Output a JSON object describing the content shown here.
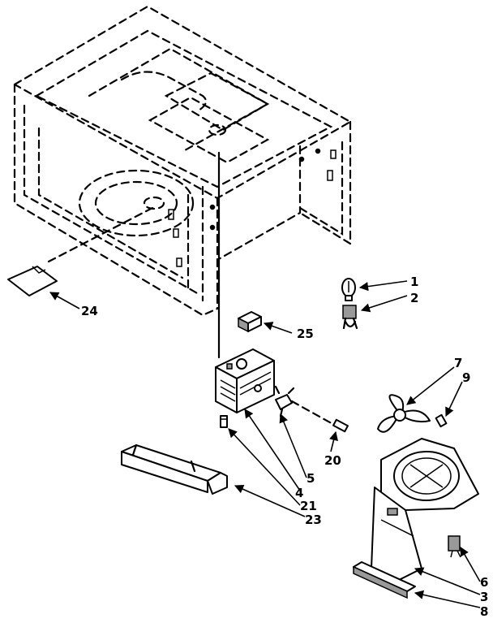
{
  "callouts": {
    "c1": "1",
    "c2": "2",
    "c3": "3",
    "c4": "4",
    "c5": "5",
    "c6": "6",
    "c7": "7",
    "c8": "8",
    "c9": "9",
    "c20": "20",
    "c21": "21",
    "c23": "23",
    "c24": "24",
    "c25": "25"
  }
}
